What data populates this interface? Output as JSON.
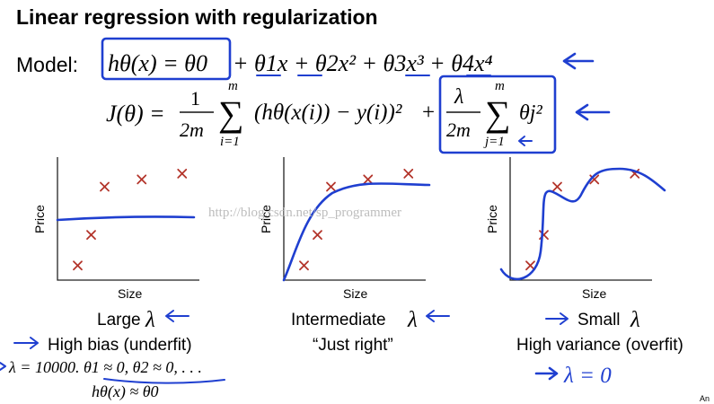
{
  "slide": {
    "title": "Linear regression with regularization",
    "model_label": "Model:",
    "model_formula": {
      "box_term": "hθ(x) = θ0",
      "rest": "+ θ1x + θ2x² + θ3x³ + θ4x⁴"
    },
    "cost_function": {
      "lhs": "J(θ) =",
      "frac_num": "1",
      "frac_den": "2m",
      "sum_top": "m",
      "sum_bottom": "i=1",
      "squared_error": "(hθ(x(i)) − y(i))²",
      "plus": "+",
      "reg_num": "λ",
      "reg_den": "2m",
      "reg_sum_top": "m",
      "reg_sum_bottom": "j=1",
      "reg_term": "θj²"
    },
    "watermark": "http://blog.csdn.net/sp_programmer",
    "footer_mark": "An"
  },
  "panels": [
    {
      "ylabel": "Price",
      "xlabel": "Size",
      "caption": "Large",
      "caption_symbol": "λ",
      "note": "High bias (underfit)",
      "extra_line1": "λ = 10000.  θ1 ≈ 0, θ2 ≈ 0, . . .",
      "extra_line2": "hθ(x) ≈ θ0"
    },
    {
      "ylabel": "Price",
      "xlabel": "Size",
      "caption": "Intermediate",
      "caption_symbol": "λ",
      "note": "“Just right”"
    },
    {
      "ylabel": "Price",
      "xlabel": "Size",
      "caption": "Small",
      "caption_symbol": "λ",
      "note": "High variance (overfit)",
      "handwritten": "λ = 0"
    }
  ],
  "chart_data": [
    {
      "type": "scatter",
      "xlabel": "Size",
      "ylabel": "Price",
      "points": [
        [
          1.2,
          1.0
        ],
        [
          2.0,
          3.1
        ],
        [
          2.8,
          6.4
        ],
        [
          5.0,
          6.9
        ],
        [
          7.4,
          7.3
        ]
      ],
      "fit": "flat line"
    },
    {
      "type": "scatter",
      "xlabel": "Size",
      "ylabel": "Price",
      "points": [
        [
          1.2,
          1.0
        ],
        [
          2.0,
          3.1
        ],
        [
          2.8,
          6.4
        ],
        [
          5.0,
          6.9
        ],
        [
          7.4,
          7.3
        ]
      ],
      "fit": "smooth curve"
    },
    {
      "type": "scatter",
      "xlabel": "Size",
      "ylabel": "Price",
      "points": [
        [
          1.2,
          1.0
        ],
        [
          2.0,
          3.1
        ],
        [
          2.8,
          6.4
        ],
        [
          5.0,
          6.9
        ],
        [
          7.4,
          7.3
        ]
      ],
      "fit": "wiggly curve"
    }
  ],
  "colors": {
    "ink": "#1f3fd0",
    "marker": "#b3342a",
    "text": "#111111"
  }
}
